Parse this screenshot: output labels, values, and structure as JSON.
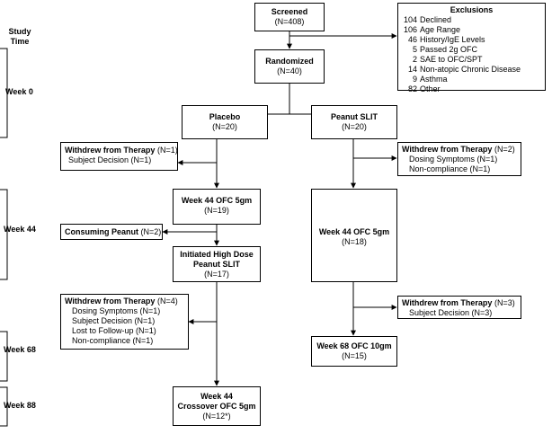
{
  "study_time": {
    "line1": "Study",
    "line2": "Time"
  },
  "weeks": [
    "Week 0",
    "Week 44",
    "Week 68",
    "Week 88"
  ],
  "screened": {
    "title": "Screened",
    "n": "(N=408)"
  },
  "randomized": {
    "title": "Randomized",
    "n": "(N=40)"
  },
  "exclusions": {
    "title": "Exclusions",
    "items": [
      {
        "count": "104",
        "reason": "Declined"
      },
      {
        "count": "106",
        "reason": "Age Range"
      },
      {
        "count": "46",
        "reason": "History/IgE Levels"
      },
      {
        "count": "5",
        "reason": "Passed 2g OFC"
      },
      {
        "count": "2",
        "reason": "SAE to OFC/SPT"
      },
      {
        "count": "14",
        "reason": "Non-atopic Chronic Disease"
      },
      {
        "count": "9",
        "reason": "Asthma"
      },
      {
        "count": "82",
        "reason": "Other"
      }
    ]
  },
  "placebo": {
    "title": "Placebo",
    "n": "(N=20)"
  },
  "peanut_slit": {
    "title": "Peanut SLIT",
    "n": "(N=20)"
  },
  "withdraw_placebo_1": {
    "title": "Withdrew from Therapy",
    "n": "(N=1)",
    "lines": [
      "Subject Decision (N=1)"
    ]
  },
  "withdraw_slit_1": {
    "title": "Withdrew from Therapy",
    "n": "(N=2)",
    "lines": [
      "Dosing Symptoms (N=1)",
      "Non-compliance (N=1)"
    ]
  },
  "placebo_ofc44": {
    "title": "Week 44 OFC 5gm",
    "n": "(N=19)"
  },
  "slit_ofc44": {
    "title": "Week 44 OFC 5gm",
    "n": "(N=18)"
  },
  "consuming_peanut": {
    "title": "Consuming Peanut",
    "n": "(N=2)"
  },
  "high_dose": {
    "title1": "Initiated High Dose",
    "title2": "Peanut SLIT",
    "n": "(N=17)"
  },
  "withdraw_placebo_2": {
    "title": "Withdrew from Therapy",
    "n": "(N=4)",
    "lines": [
      "Dosing Symptoms (N=1)",
      "Subject Decision (N=1)",
      "Lost to Follow-up (N=1)",
      "Non-compliance (N=1)"
    ]
  },
  "withdraw_slit_2": {
    "title": "Withdrew from Therapy",
    "n": "(N=3)",
    "lines": [
      "Subject Decision (N=3)"
    ]
  },
  "slit_ofc68": {
    "title": "Week 68 OFC 10gm",
    "n": "(N=15)"
  },
  "crossover": {
    "title1": "Week 44",
    "title2": "Crossover OFC 5gm",
    "n": "(N=12*)"
  }
}
